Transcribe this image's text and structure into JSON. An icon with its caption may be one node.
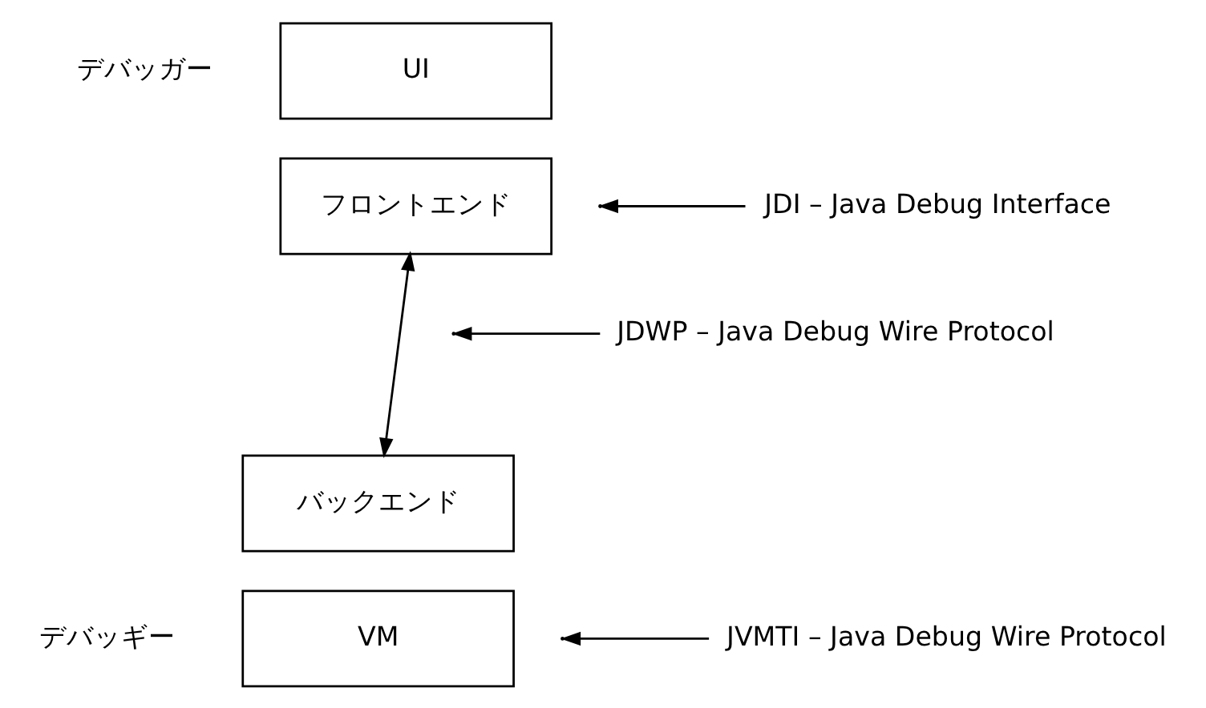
{
  "diagram": {
    "nodes": [
      {
        "text": [
          "UI"
        ]
      },
      {
        "text": [
          "フロントエンド"
        ]
      },
      {
        "text": [
          "バックエンド"
        ]
      },
      {
        "text": [
          "VM"
        ]
      },
      {
        "text": [
          "JDI – Java Debug Interface"
        ]
      },
      {
        "text": [
          "JDWP – Java Debug Wire Protocol"
        ]
      },
      {
        "text": [
          "JVMTI – Java Debug Wire Protocol"
        ]
      }
    ],
    "edges": [
      {
        "from": 1,
        "to": 2,
        "arrow": "both"
      },
      {
        "from": 4,
        "to": null,
        "arrow": "to"
      },
      {
        "from": 5,
        "to": null,
        "arrow": "to"
      },
      {
        "from": 6,
        "to": null,
        "arrow": "to"
      }
    ],
    "labels": [
      "デバッガー",
      "デバッギー"
    ]
  }
}
